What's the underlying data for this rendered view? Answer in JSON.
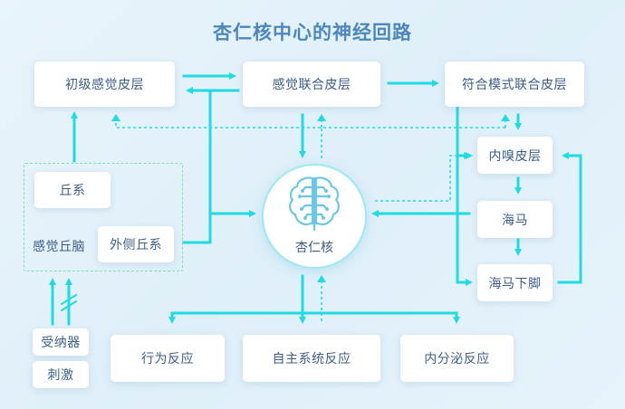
{
  "title": "杏仁核中心的神经回路",
  "nodes": {
    "primary_sensory": "初级感觉皮层",
    "sensory_association": "感觉联合皮层",
    "polymodal_association": "符合模式联合皮层",
    "thalamus": "丘系",
    "sensory_thalamus": "感觉丘脑",
    "lateral_thalamus": "外侧丘系",
    "receptor": "受纳器",
    "stimulus": "刺激",
    "olfactory_cortex": "内嗅皮层",
    "hippocampus": "海马",
    "subiculum": "海马下脚",
    "amygdala": "杏仁核",
    "behavior_response": "行为反应",
    "autonomic_response": "自主系统反应",
    "endocrine_response": "内分泌反应"
  },
  "colors": {
    "connector": "#1fdbe3",
    "group_border": "#7fe0a8",
    "title": "#4c86bf",
    "text": "#3c5d86"
  },
  "icons": {
    "center": "brain-circuit-icon"
  }
}
